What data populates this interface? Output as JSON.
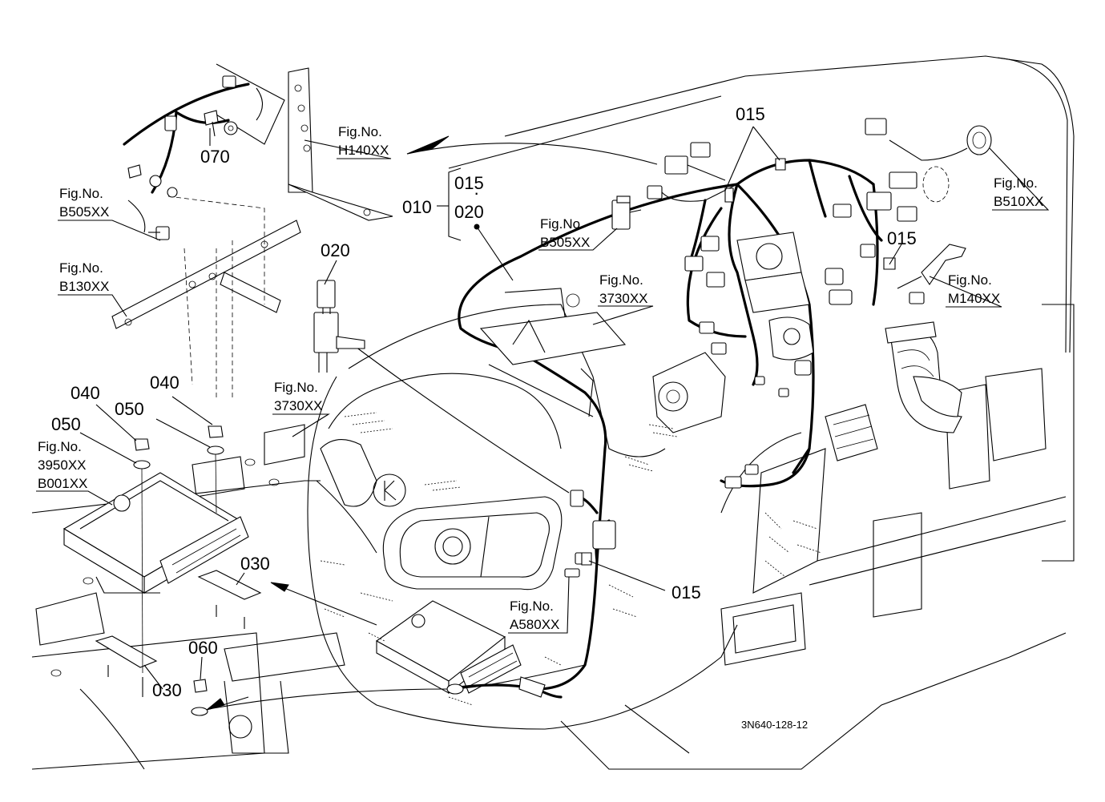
{
  "part_labels": {
    "p015_top": "015",
    "p015_bracket_a": "015",
    "p020_bracket": "020",
    "p010": "010",
    "p020_left": "020",
    "p015_right": "015",
    "p015_bottom": "015",
    "p070": "070",
    "p040_a": "040",
    "p040_b": "040",
    "p050_a": "050",
    "p050_b": "050",
    "p030_a": "030",
    "p030_b": "030",
    "p060": "060"
  },
  "fig_refs": {
    "h140": {
      "label": "Fig.No.",
      "code": "H140XX"
    },
    "b505_left": {
      "label": "Fig.No.",
      "code": "B505XX"
    },
    "b130": {
      "label": "Fig.No.",
      "code": "B130XX"
    },
    "b505_center": {
      "label": "Fig.No.",
      "code": "B505XX"
    },
    "f3730_top": {
      "label": "Fig.No.",
      "code": "3730XX"
    },
    "f3730_mid": {
      "label": "Fig.No.",
      "code": "3730XX"
    },
    "f3950": {
      "label": "Fig.No.",
      "code": "3950XX",
      "code2": "B001XX"
    },
    "b510": {
      "label": "Fig.No.",
      "code": "B510XX"
    },
    "m140": {
      "label": "Fig.No.",
      "code": "M140XX"
    },
    "a580": {
      "label": "Fig.No.",
      "code": "A580XX"
    }
  },
  "drawing_code": "3N640-128-12"
}
